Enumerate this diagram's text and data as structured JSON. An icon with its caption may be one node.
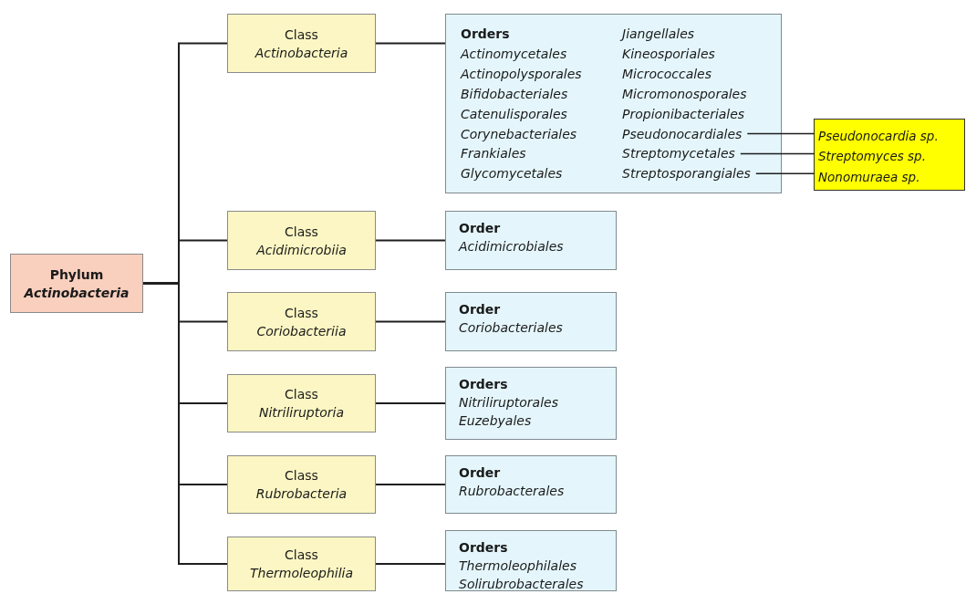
{
  "diagram": {
    "nodes": [
      {
        "text": [
          "Phylum",
          "Actinobacteria"
        ]
      },
      {
        "text": [
          "Class",
          "Actinobacteria"
        ]
      },
      {
        "text": [
          "Orders",
          "Actinomycetales",
          "Actinopolysporales",
          "Bifidobacteriales",
          "Catenulisporales",
          "Corynebacteriales",
          "Frankiales",
          "Glycomycetales",
          "Jiangellales",
          "Kineosporiales",
          "Micrococcales",
          "Micromonosporales",
          "Propionibacteriales"
        ]
      },
      {
        "text": [
          "Pseudonocardiales"
        ],
        "in": 2
      },
      {
        "text": [
          "Streptomycetales"
        ],
        "in": 2
      },
      {
        "text": [
          "Streptosporangiales"
        ],
        "in": 2
      },
      {
        "text": [],
        "shape": "box"
      },
      {
        "text": [
          "Pseudonocardia sp."
        ],
        "in": 6
      },
      {
        "text": [
          "Streptomyces sp."
        ],
        "in": 6
      },
      {
        "text": [
          "Nonomuraea sp."
        ],
        "in": 6
      },
      {
        "text": [
          "Class",
          "Acidimicrobiia"
        ]
      },
      {
        "text": [
          "Order",
          "Acidimicrobiales"
        ]
      },
      {
        "text": [
          "Class",
          "Coriobacteriia"
        ]
      },
      {
        "text": [
          "Order",
          "Coriobacteriales"
        ]
      },
      {
        "text": [
          "Class",
          "Nitriliruptoria"
        ]
      },
      {
        "text": [
          "Orders",
          "Nitriliruptorales",
          "Euzebyales"
        ]
      },
      {
        "text": [
          "Class",
          "Rubrobacteria"
        ]
      },
      {
        "text": [
          "Order",
          "Rubrobacterales"
        ]
      },
      {
        "text": [
          "Class",
          "Thermoleophilia"
        ]
      },
      {
        "text": [
          "Orders",
          "Thermoleophilales",
          "Solirubrobacterales"
        ]
      }
    ],
    "edges": [
      {
        "from": 0,
        "to": 1,
        "arrow": "none"
      },
      {
        "from": 0,
        "to": 10,
        "arrow": "none"
      },
      {
        "from": 0,
        "to": 12,
        "arrow": "none"
      },
      {
        "from": 0,
        "to": 14,
        "arrow": "none"
      },
      {
        "from": 0,
        "to": 16,
        "arrow": "none"
      },
      {
        "from": 0,
        "to": 18,
        "arrow": "none"
      },
      {
        "from": 1,
        "to": 2,
        "arrow": "none"
      },
      {
        "from": 3,
        "to": 7,
        "arrow": "none"
      },
      {
        "from": 4,
        "to": 8,
        "arrow": "none"
      },
      {
        "from": 5,
        "to": 9,
        "arrow": "none"
      },
      {
        "from": 10,
        "to": 11,
        "arrow": "none"
      },
      {
        "from": 12,
        "to": 13,
        "arrow": "none"
      },
      {
        "from": 14,
        "to": 15,
        "arrow": "none"
      },
      {
        "from": 16,
        "to": 17,
        "arrow": "none"
      },
      {
        "from": 18,
        "to": 19,
        "arrow": "none"
      }
    ]
  }
}
